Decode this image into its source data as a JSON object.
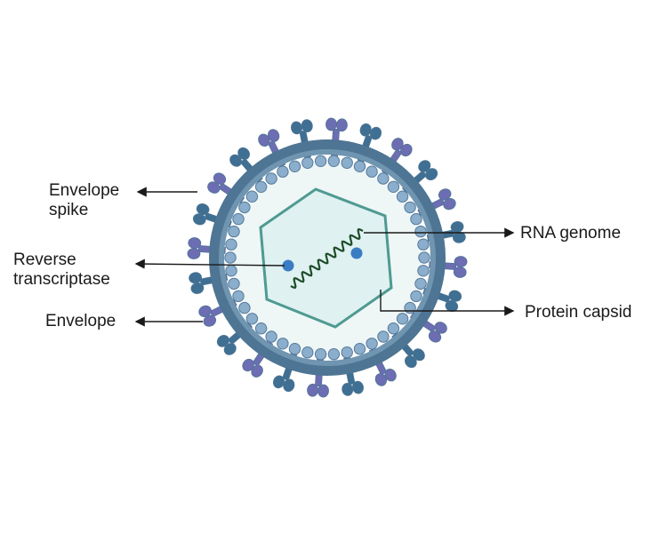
{
  "labels": {
    "envelope_spike": [
      "Envelope",
      "spike"
    ],
    "reverse_transcriptase": [
      "Reverse",
      "transcriptase"
    ],
    "envelope": "Envelope",
    "rna_genome": "RNA genome",
    "protein_capsid": "Protein capsid"
  },
  "colors": {
    "envelope_outer": "#4e7593",
    "envelope_inner": "#6f95b0",
    "matrix_bead": "#8aaecb",
    "bead_stroke": "#55799a",
    "interior": "#eef6f6",
    "capsid_fill": "#dff1f1",
    "capsid_stroke": "#4e9a91",
    "rna_strand": "#1f4d2a",
    "enzyme": "#3a7cc4",
    "spike_teal": "#3f6f92",
    "spike_purple": "#6c6db3",
    "arrow": "#1a1a1a"
  }
}
